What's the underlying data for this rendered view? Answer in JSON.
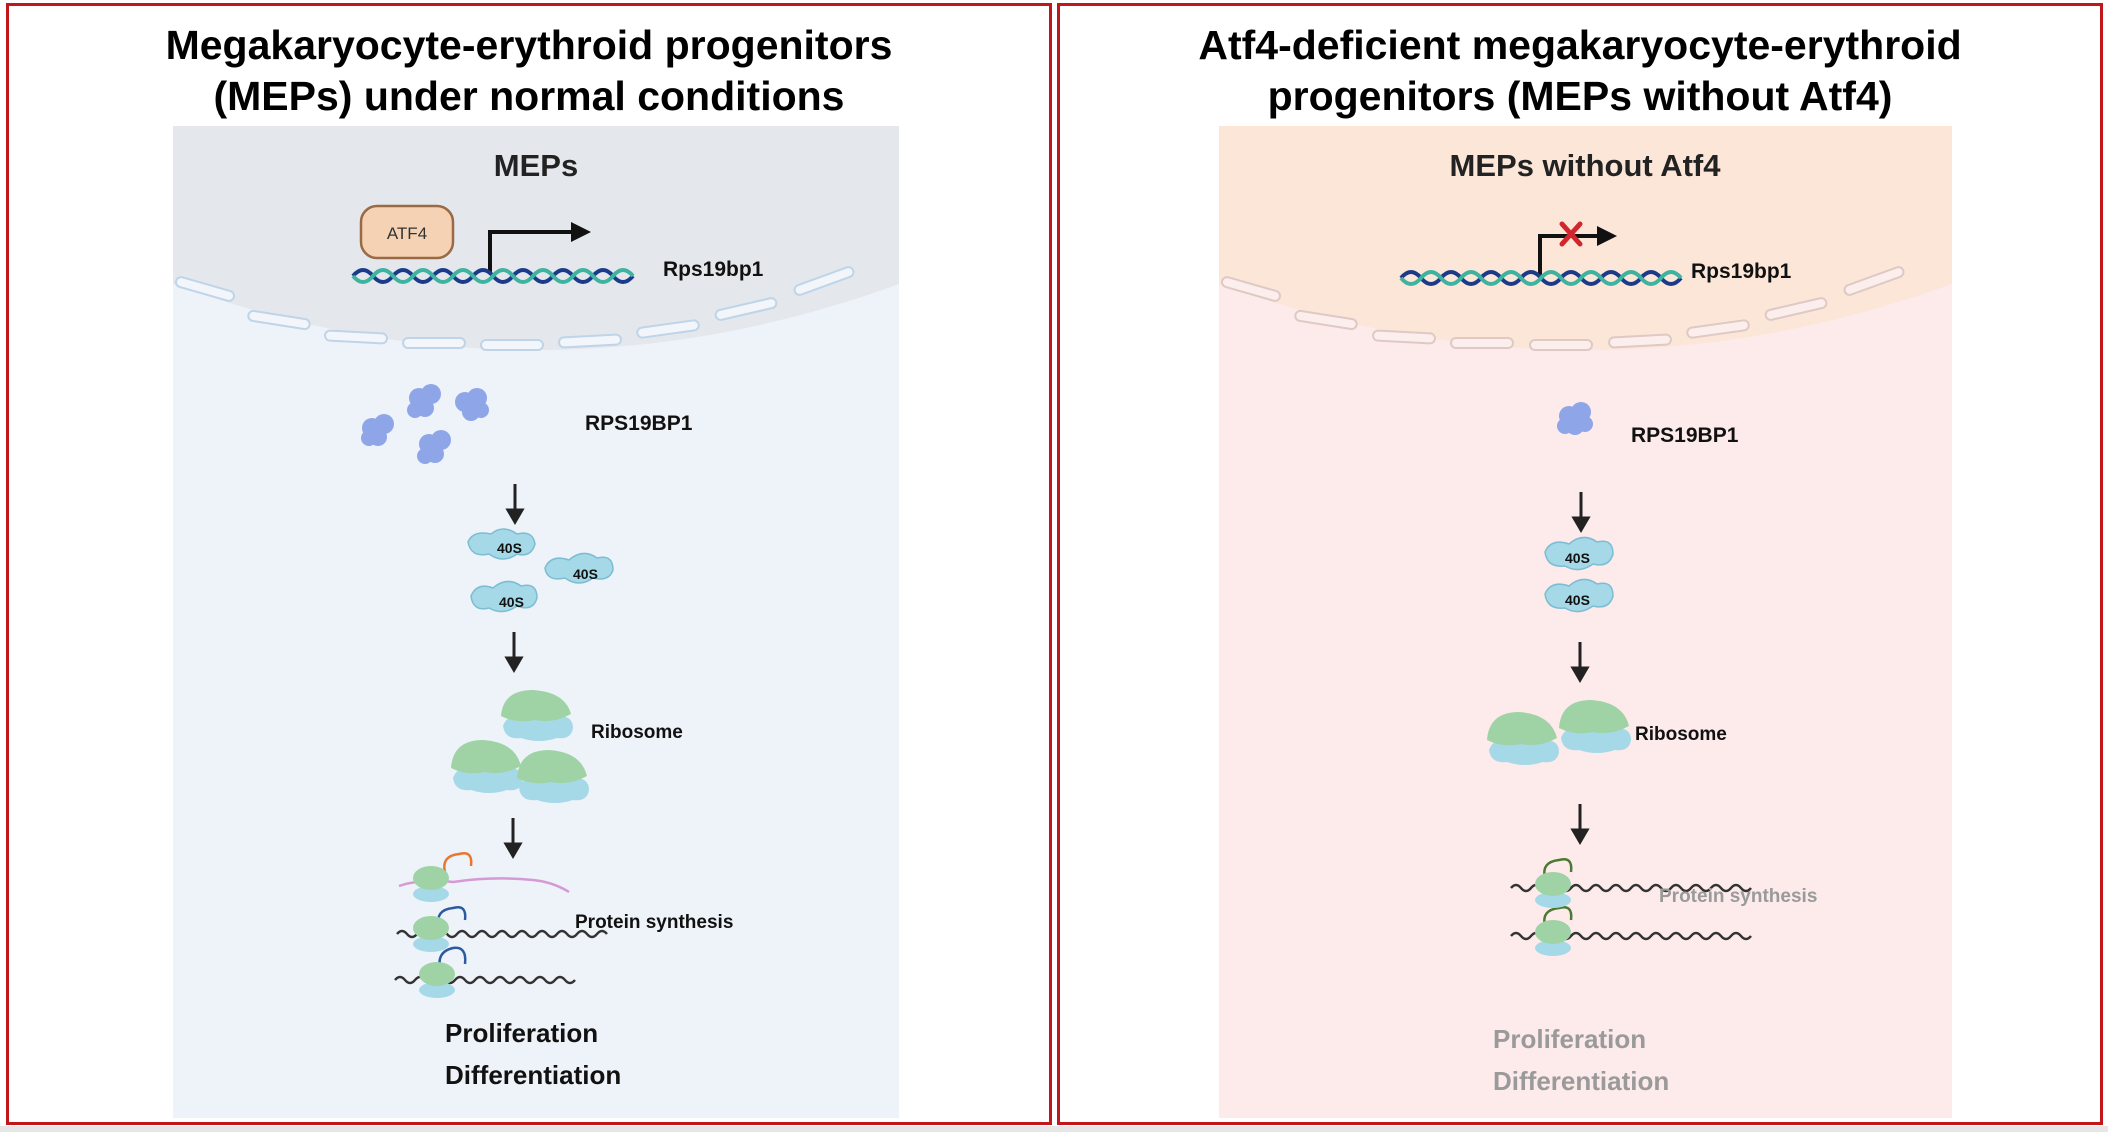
{
  "colors": {
    "border": "#c0161c",
    "normal_nucleus": "#e4e8ec",
    "normal_cytoplasm": "#eef2f9",
    "deficient_nucleus": "#fbe6d8",
    "deficient_cytoplasm": "#fdeaea",
    "atf4_box": "#f6d2b4",
    "protein_blue": "#8ea5e8",
    "subunit_40s": "#a5d9e8",
    "subunit_60s": "#9fd3a6",
    "faded_text": "#9a9a9a"
  },
  "panels": [
    {
      "title_line1": "Megakaryocyte-erythroid progenitors",
      "title_line2": "(MEPs) under normal conditions",
      "cell_label": "MEPs",
      "tf_label": "ATF4",
      "gene_label": "Rps19bp1",
      "protein_label": "RPS19BP1",
      "subunit_label": "40S",
      "ribosome_label": "Ribosome",
      "synthesis_label": "Protein synthesis",
      "outcome_line1": "Proliferation",
      "outcome_line2": "Differentiation",
      "icons": [
        "atf4-box-icon",
        "transcription-arrow-icon",
        "dna-helix-icon",
        "protein-cluster-icon",
        "ribosome-icon",
        "mrna-strand-icon"
      ]
    },
    {
      "title_line1": "Atf4-deficient megakaryocyte-erythroid",
      "title_line2": "progenitors (MEPs without Atf4)",
      "cell_label": "MEPs without Atf4",
      "gene_label": "Rps19bp1",
      "protein_label": "RPS19BP1",
      "subunit_label": "40S",
      "ribosome_label": "Ribosome",
      "synthesis_label": "Protein synthesis",
      "outcome_line1": "Proliferation",
      "outcome_line2": "Differentiation",
      "icons": [
        "blocked-transcription-icon",
        "red-x-icon",
        "dna-helix-icon",
        "protein-icon",
        "ribosome-icon",
        "mrna-strand-icon"
      ]
    }
  ]
}
